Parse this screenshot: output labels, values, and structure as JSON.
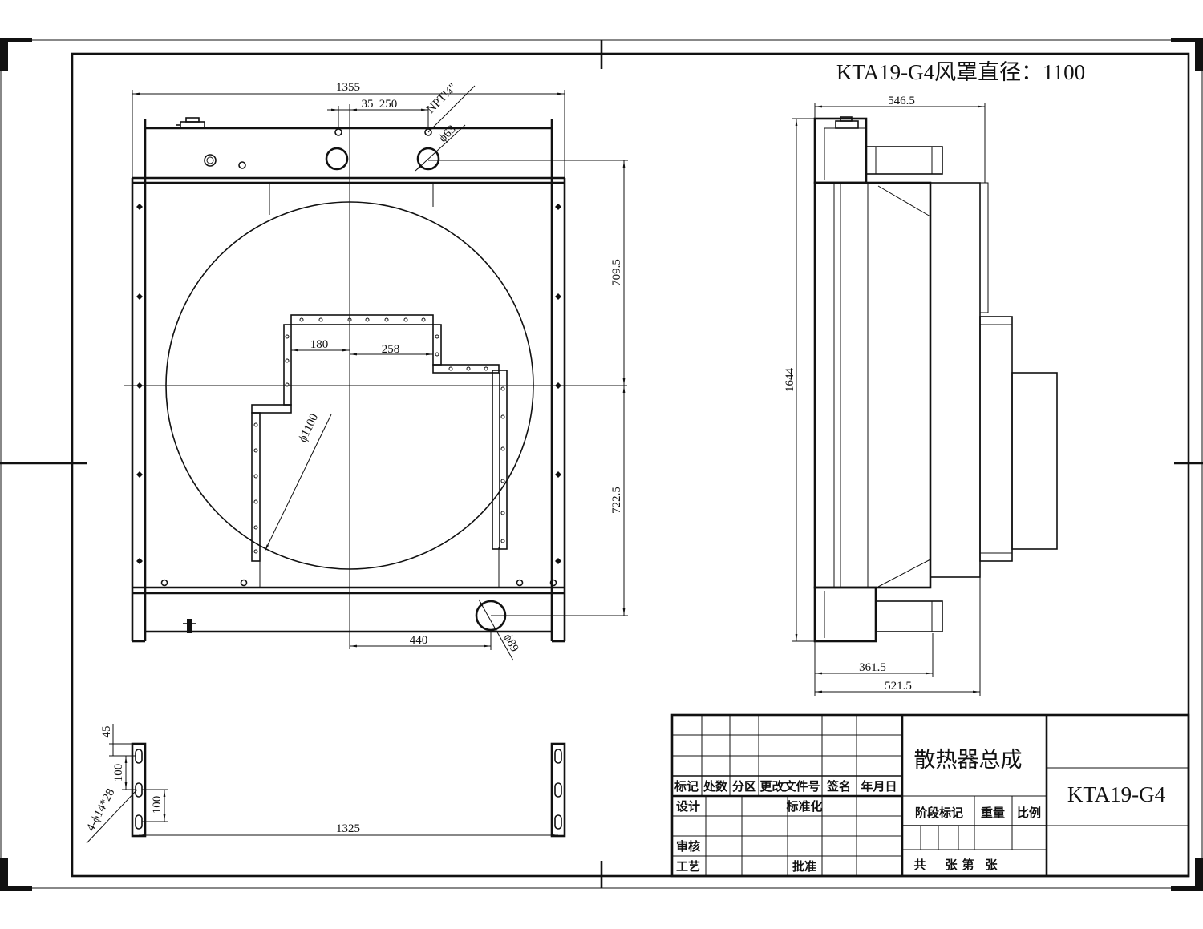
{
  "sheet_title": "KTA19-G4风罩直径：1100",
  "front_view": {
    "overall_width": "1355",
    "offset_35": "35",
    "offset_250": "250",
    "thread_note": "NPT¼\"",
    "inlet_dia": "ϕ63",
    "upper_height": "709.5",
    "lower_height": "722.5",
    "bracket_180": "180",
    "bracket_258": "258",
    "shroud_dia": "ϕ1100",
    "outlet_offset": "440",
    "outlet_dia": "ϕ89"
  },
  "side_view": {
    "top_depth": "546.5",
    "overall_height": "1644",
    "core_depth": "361.5",
    "shroud_depth": "521.5"
  },
  "mount_view": {
    "top_offset": "45",
    "pitch_1": "100",
    "pitch_2": "100",
    "hole_note": "4-ϕ14*28",
    "span": "1325"
  },
  "title_block": {
    "headers": [
      "标记",
      "处数",
      "分区",
      "更改文件号",
      "签名",
      "年月日"
    ],
    "design": "设计",
    "standardization": "标准化",
    "review": "审核",
    "process": "工艺",
    "approve": "批准",
    "drawing_name": "散热器总成",
    "stage_mark": "阶段标记",
    "weight": "重量",
    "scale": "比例",
    "drawing_number": "KTA19-G4",
    "sheet_count": [
      "共",
      "张",
      "第",
      "张"
    ]
  }
}
